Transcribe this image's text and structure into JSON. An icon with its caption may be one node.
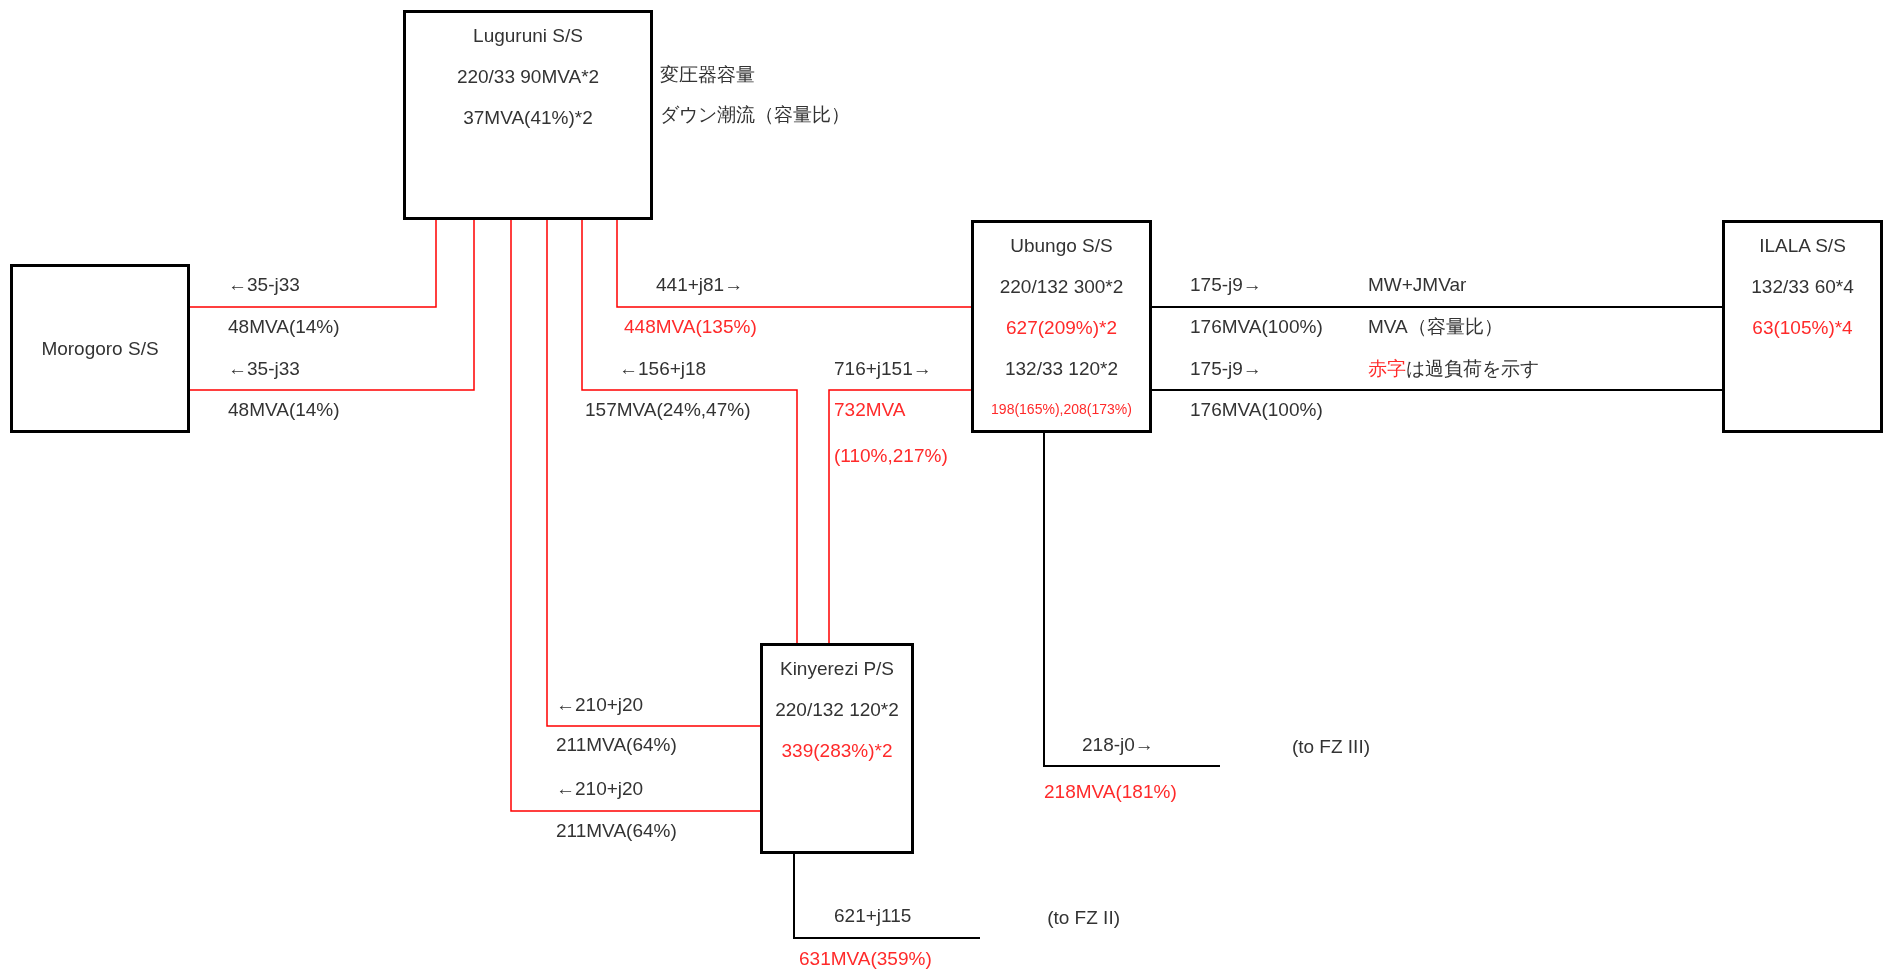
{
  "diagram": {
    "nodes": [
      {
        "text": [
          "Luguruni S/S",
          "220/33 90MVA*2",
          "37MVA(41%)*2"
        ],
        "beside": [
          "変圧器容量",
          "ダウン潮流（容量比）"
        ]
      },
      {
        "text": [
          "Morogoro S/S"
        ]
      },
      {
        "text": [
          "Ubungo S/S",
          "220/132 300*2",
          "627(209%)*2",
          "132/33 120*2",
          "198(165%),208(173%)"
        ]
      },
      {
        "text": [
          "ILALA S/S",
          "132/33 60*4",
          "63(105%)*4"
        ]
      },
      {
        "text": [
          "Kinyerezi P/S",
          "220/132 120*2",
          "339(283%)*2"
        ]
      },
      {
        "text": [
          "(to FZ III)"
        ]
      },
      {
        "text": [
          "(to FZ II)"
        ]
      }
    ],
    "edges": [
      {
        "from": 0,
        "to": 1,
        "arrow": "none",
        "label": "←35-j33"
      },
      {
        "from": 0,
        "to": 1,
        "arrow": "none",
        "label": "←35-j33"
      },
      {
        "from": 0,
        "to": 4,
        "arrow": "none",
        "label": "←210+j20"
      },
      {
        "from": 0,
        "to": 4,
        "arrow": "none",
        "label": "←210+j20"
      },
      {
        "from": 0,
        "to": 4,
        "arrow": "none",
        "label": "←156+j18"
      },
      {
        "from": 0,
        "to": 2,
        "arrow": "none",
        "label": "441+j81→"
      },
      {
        "from": 2,
        "to": 4,
        "arrow": "none",
        "label": "716+j151→"
      },
      {
        "from": 2,
        "to": 3,
        "arrow": "none",
        "label": "175-j9→",
        "color": "#000000"
      },
      {
        "from": 2,
        "to": 3,
        "arrow": "none",
        "label": "175-j9→",
        "color": "#000000"
      },
      {
        "from": 2,
        "to": 5,
        "arrow": "none",
        "label": "218-j0→",
        "color": "#000000"
      },
      {
        "from": 4,
        "to": 6,
        "arrow": "none",
        "label": "621+j115",
        "color": "#000000"
      }
    ],
    "labels": [
      "48MVA(14%)",
      "448MVA(135%)",
      "MW+JMVar",
      "176MVA(100%)",
      "MVA（容量比）",
      "赤字",
      "は過負荷を示す",
      "48MVA(14%)",
      "157MVA(24%,47%)",
      "732MVA",
      "(110%,217%)",
      "176MVA(100%)",
      "211MVA(64%)",
      "211MVA(64%)",
      "218MVA(181%)",
      "631MVA(359%)"
    ]
  }
}
